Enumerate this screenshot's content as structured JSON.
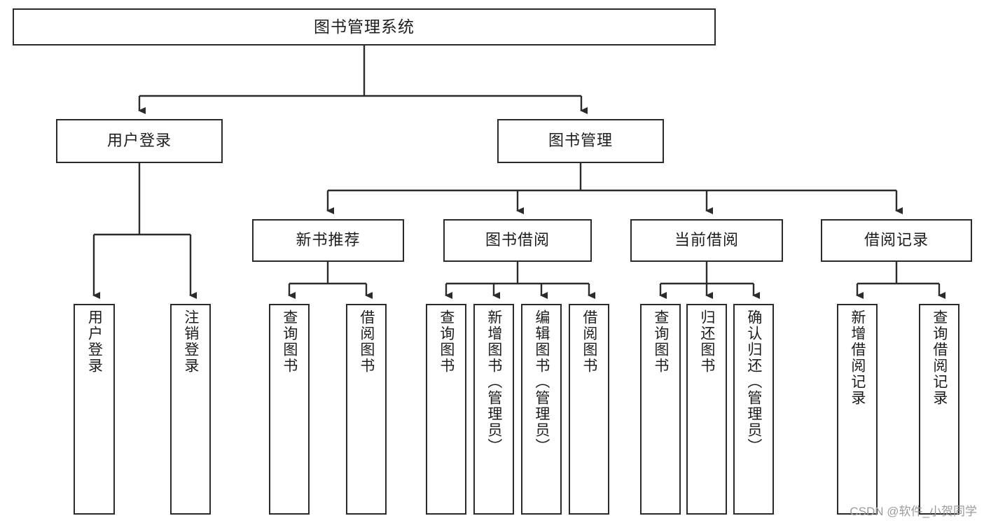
{
  "diagram": {
    "title": "图书管理系统",
    "type": "tree-hierarchy-flowchart",
    "root": {
      "label": "图书管理系统"
    },
    "level2": [
      {
        "label": "用户登录"
      },
      {
        "label": "图书管理"
      }
    ],
    "level3": [
      {
        "label": "新书推荐"
      },
      {
        "label": "图书借阅"
      },
      {
        "label": "当前借阅"
      },
      {
        "label": "借阅记录"
      }
    ],
    "leaves": {
      "user_login": [
        {
          "label": "用户登录"
        },
        {
          "label": "注销登录"
        }
      ],
      "new_book_recommend": [
        {
          "label": "查询图书"
        },
        {
          "label": "借阅图书"
        }
      ],
      "book_borrow": [
        {
          "label": "查询图书"
        },
        {
          "label": "新增图书（管理员）"
        },
        {
          "label": "编辑图书（管理员）"
        },
        {
          "label": "借阅图书"
        }
      ],
      "current_borrow": [
        {
          "label": "查询图书"
        },
        {
          "label": "归还图书"
        },
        {
          "label": "确认归还（管理员）"
        }
      ],
      "borrow_record": [
        {
          "label": "新增借阅记录"
        },
        {
          "label": "查询借阅记录"
        }
      ]
    }
  },
  "watermark": {
    "text": "CSDN @软件_小贺同学"
  },
  "colors": {
    "border": "#2b2b2b",
    "fill": "#ffffff",
    "text": "#1d1d1d",
    "watermark": "#9b9b9b"
  }
}
